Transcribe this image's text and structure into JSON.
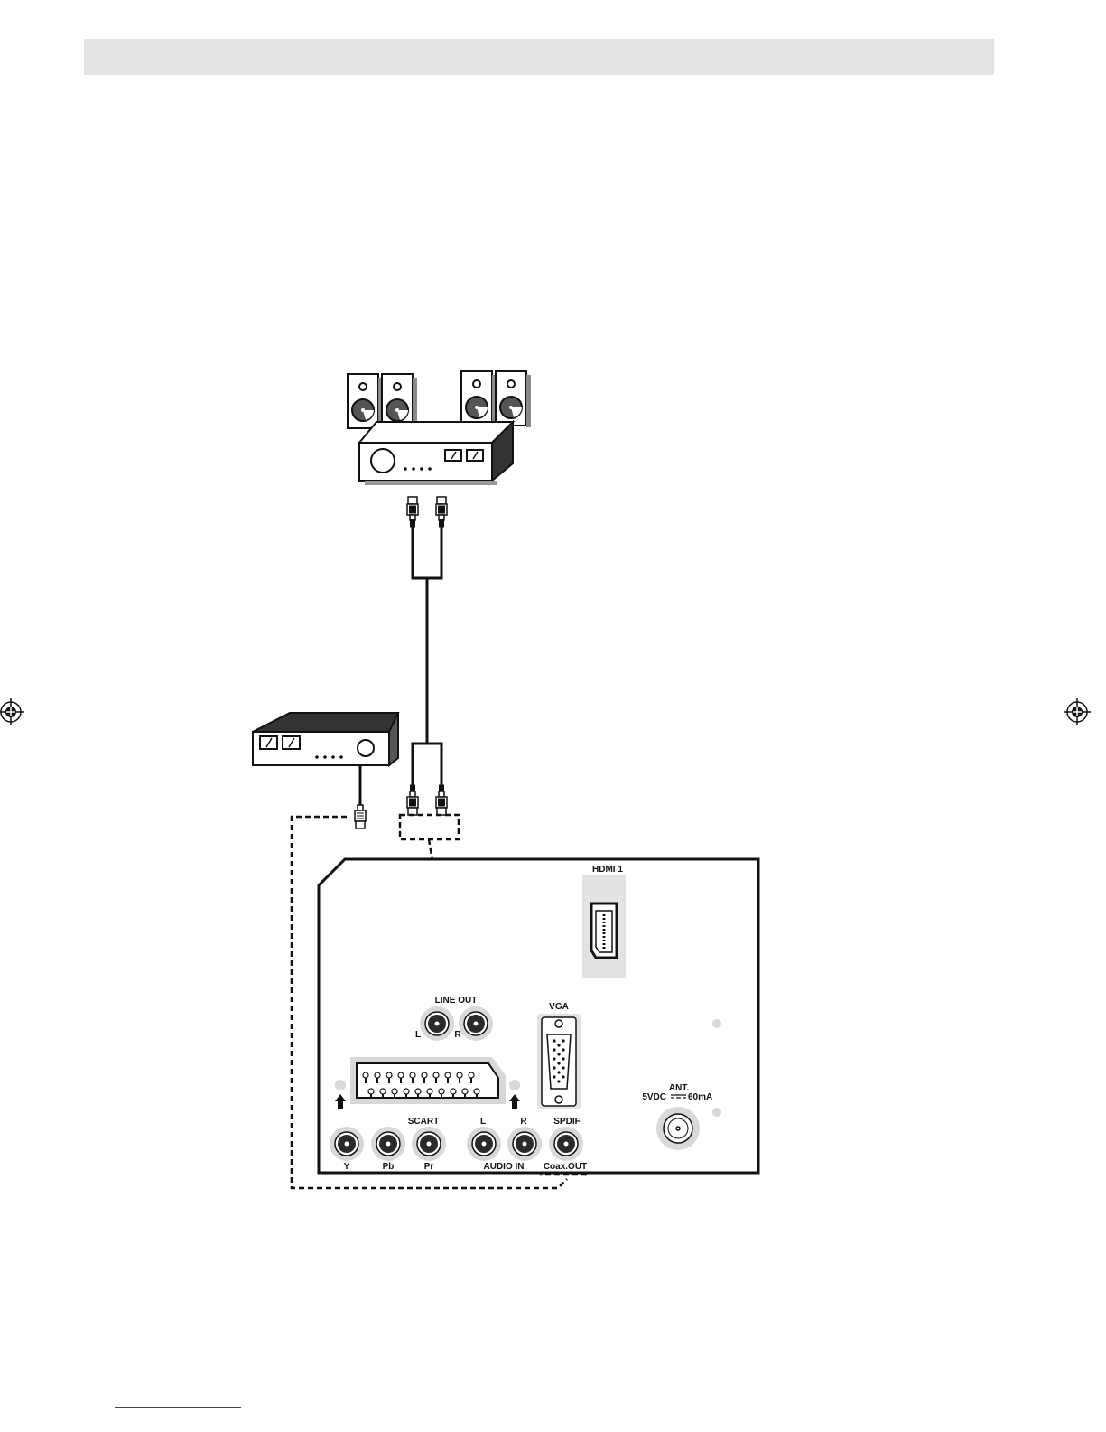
{
  "labels": {
    "hdmi": "HDMI 1",
    "line_out": "LINE OUT",
    "line_out_l": "L",
    "line_out_r": "R",
    "vga": "VGA",
    "ant": "ANT.",
    "power_left": "5VDC",
    "power_right": "60mA",
    "scart": "SCART",
    "audio_in_l": "L",
    "audio_in_r": "R",
    "spdif": "SPDIF",
    "y": "Y",
    "pb": "Pb",
    "pr": "Pr",
    "audio_in": "AUDIO IN",
    "coax_out": "Coax.OUT"
  },
  "icons": {
    "registration_mark": "crosshair-circle",
    "speaker": "speaker-cabinet",
    "amplifier": "hifi-amplifier",
    "receiver": "audio-receiver",
    "rca_plug": "rca-plug"
  },
  "colors": {
    "line": "#111111",
    "panel_fill": "#ffffff",
    "jack_ring": "#d8d8d8",
    "header_band": "#e3e3e3",
    "footer_link": "#2b35c8"
  }
}
